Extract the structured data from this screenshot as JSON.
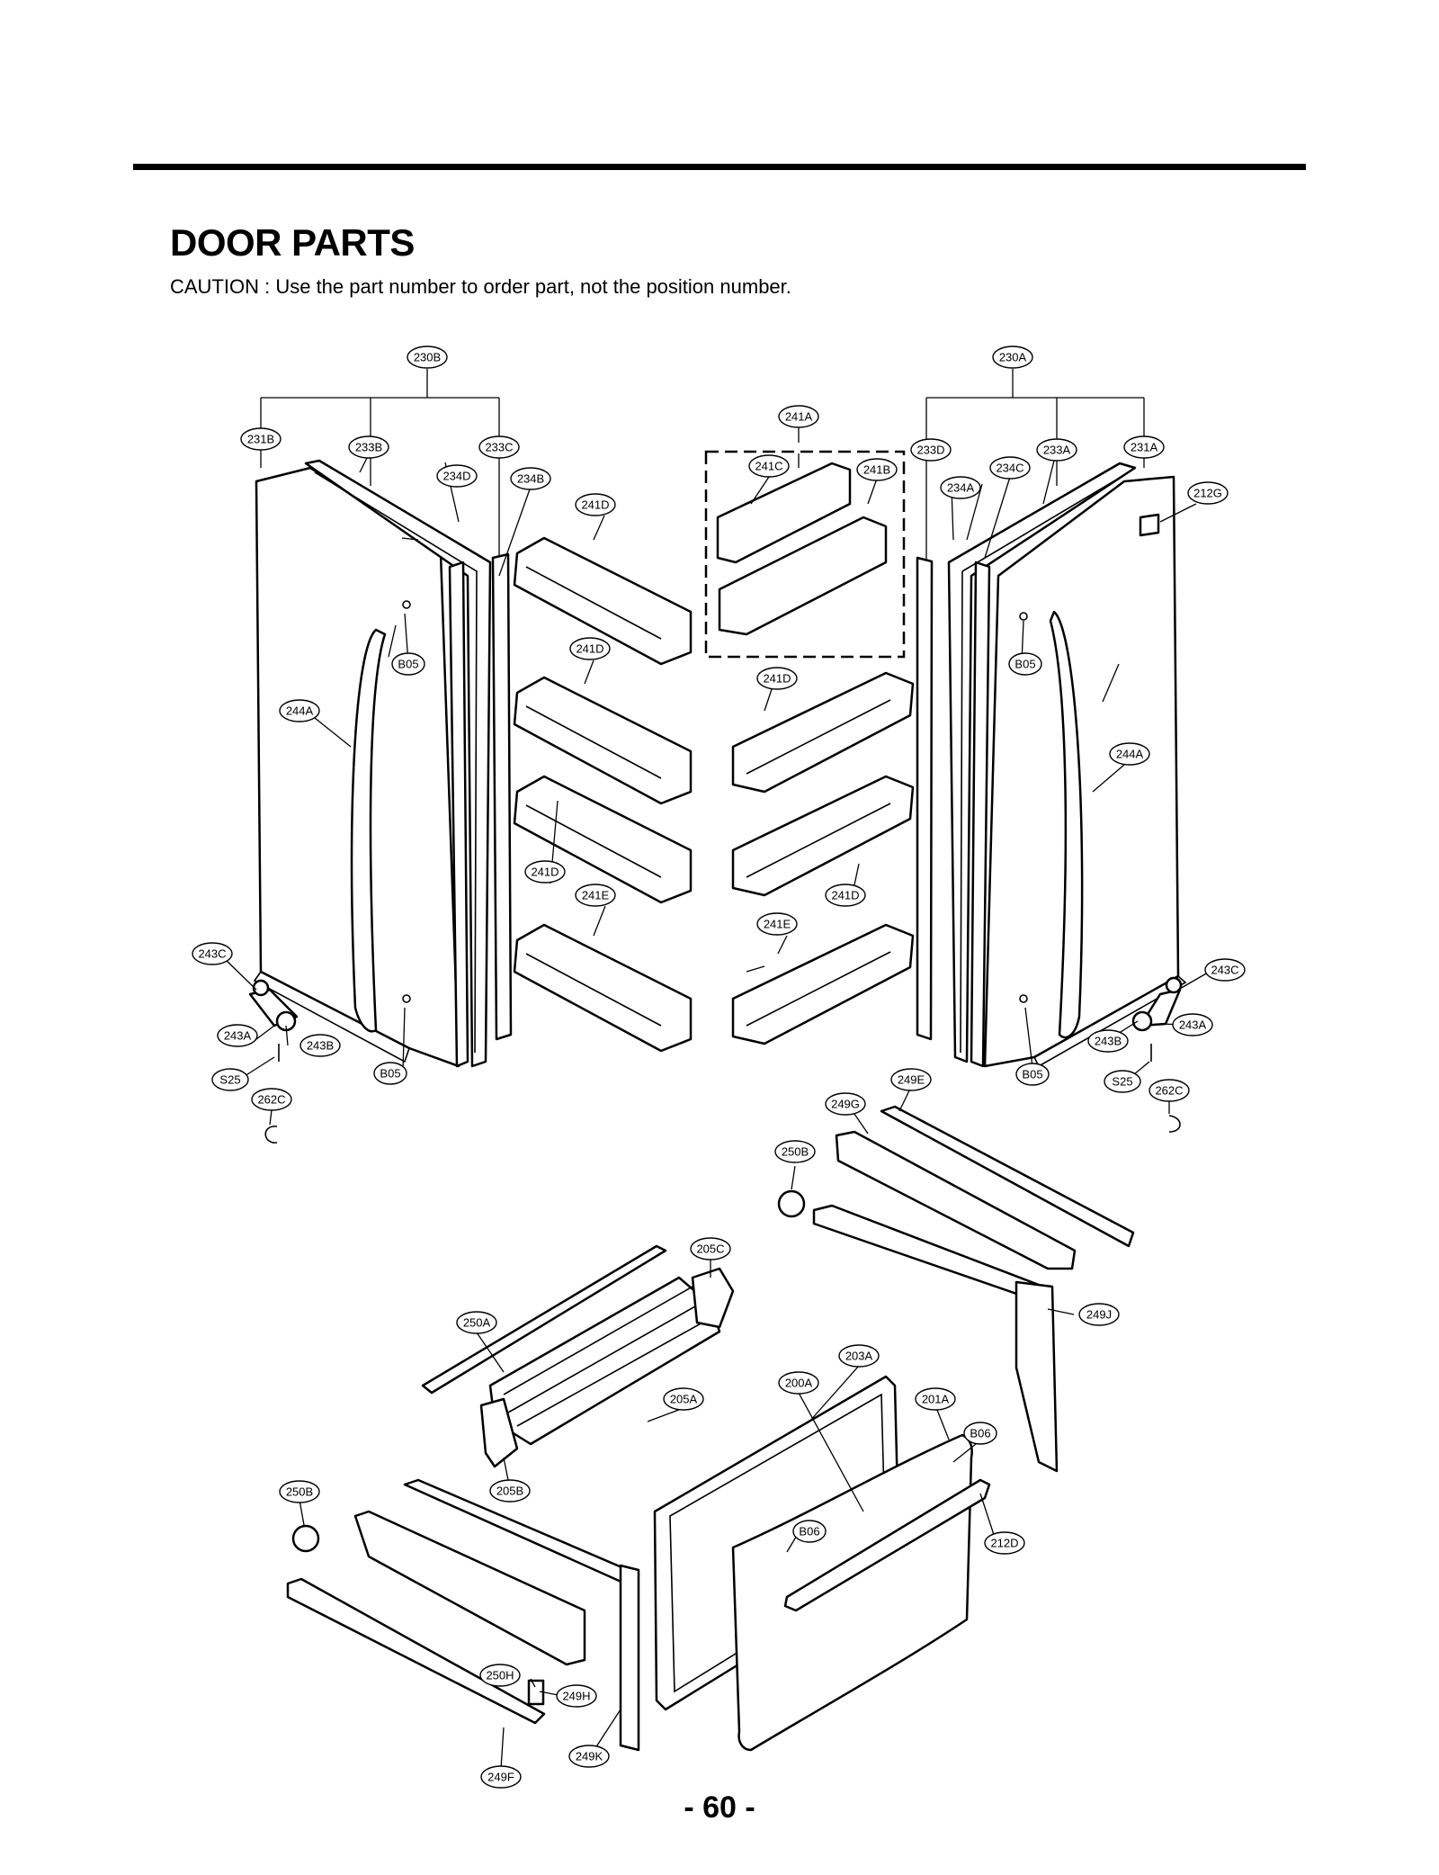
{
  "header": {
    "title": "DOOR PARTS",
    "caution": "CAUTION : Use the part number to order part, not the position number."
  },
  "footer": {
    "page_number": "- 60 -"
  },
  "labels": {
    "l230B": "230B",
    "l230A": "230A",
    "l241A": "241A",
    "l231B": "231B",
    "l233B": "233B",
    "l233C": "233C",
    "l234D_l": "234D",
    "l234B": "234B",
    "l241C": "241C",
    "l241B": "241B",
    "l241D_1": "241D",
    "l233D": "233D",
    "l233A": "233A",
    "l231A": "231A",
    "l234C": "234C",
    "l234A": "234A",
    "l212G": "212G",
    "l241D_2": "241D",
    "l241D_3": "241D",
    "l241D_4": "241D",
    "l241D_5": "241D",
    "l241E_1": "241E",
    "l241E_2": "241E",
    "lB05_1": "B05",
    "lB05_2": "B05",
    "lB05_3": "B05",
    "lB05_4": "B05",
    "l244A_l": "244A",
    "l244A_r": "244A",
    "l243C_l": "243C",
    "l243A_l": "243A",
    "l243B_l": "243B",
    "l243C_r": "243C",
    "l243A_r": "243A",
    "l243B_r": "243B",
    "lS25_l": "S25",
    "lS25_r": "S25",
    "l262C_l": "262C",
    "l262C_r": "262C",
    "l249E": "249E",
    "l249G": "249G",
    "l250B_1": "250B",
    "l205C": "205C",
    "l249J": "249J",
    "l250A": "250A",
    "l203A": "203A",
    "l200A": "200A",
    "l201A": "201A",
    "l205A": "205A",
    "lB06_1": "B06",
    "lB06_2": "B06",
    "l212D": "212D",
    "l250B_2": "250B",
    "l205B": "205B",
    "l250H": "250H",
    "l249H": "249H",
    "l249K": "249K",
    "l249F": "249F"
  }
}
